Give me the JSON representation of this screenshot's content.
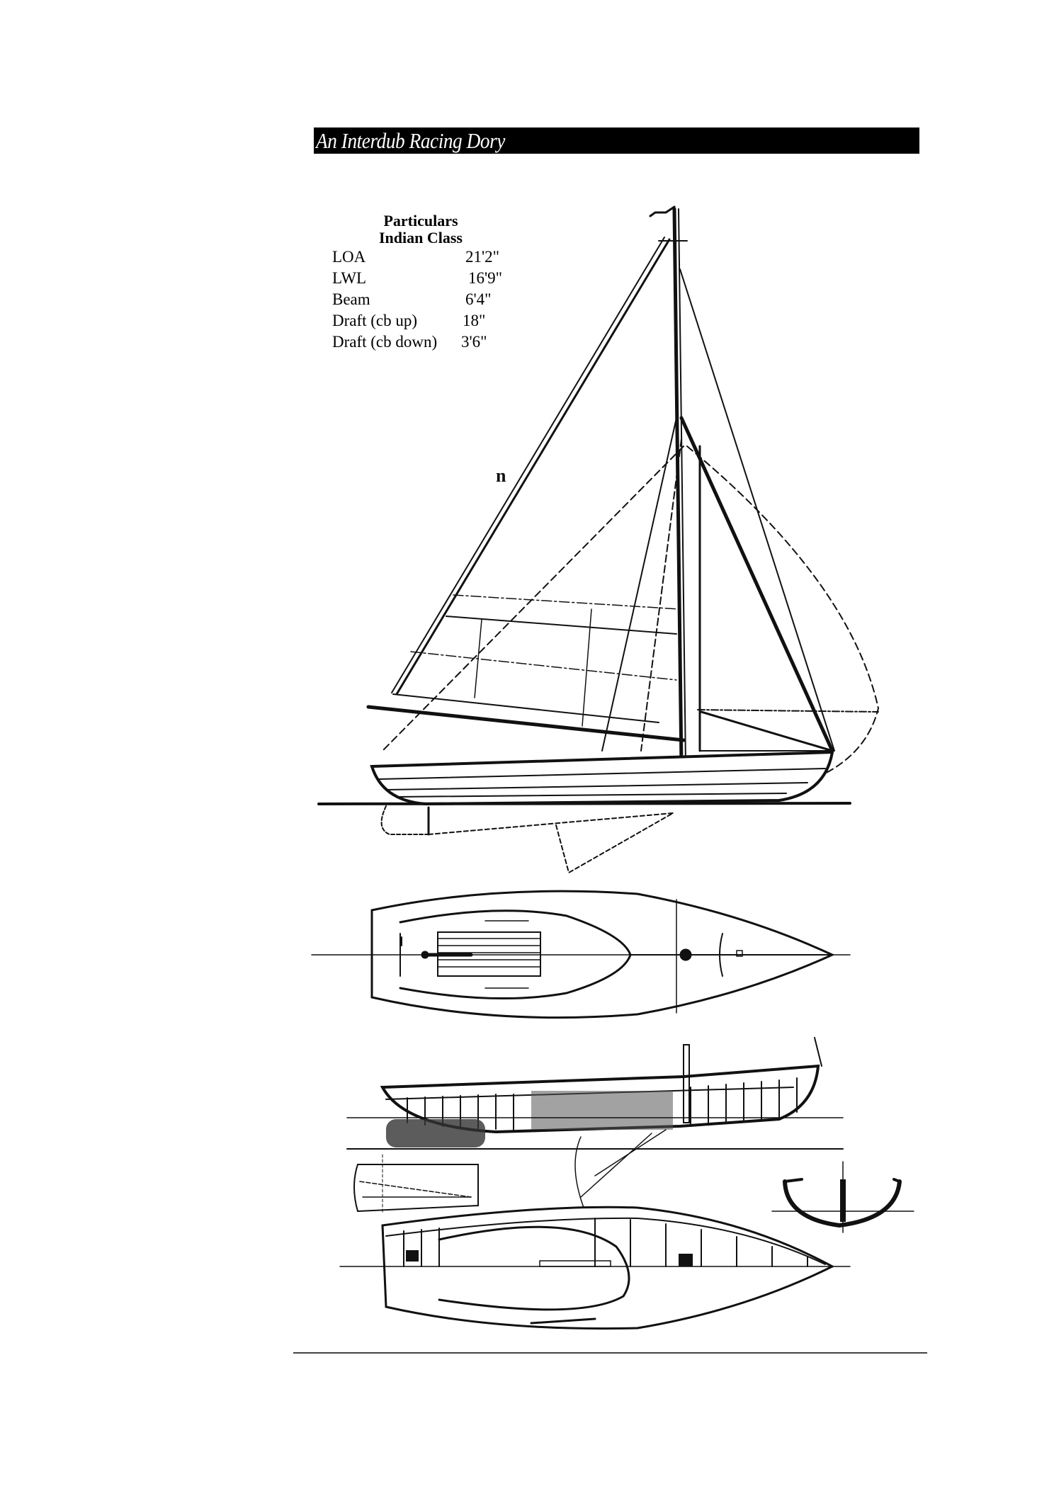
{
  "header": {
    "title": "An Interdub Racing Dory",
    "banner_color": "#000000",
    "title_color": "#ffffff"
  },
  "particulars": {
    "heading": "Particulars",
    "subheading": "Indian Class",
    "rows": [
      {
        "label": "LOA",
        "value": "21'2\""
      },
      {
        "label": "LWL",
        "value": "16'9\""
      },
      {
        "label": "Beam",
        "value": "6'4\""
      },
      {
        "label": "Draft (cb up)",
        "value": "18\""
      },
      {
        "label": "Draft (cb down)",
        "value": "3'6\""
      }
    ]
  },
  "drawings": {
    "sail_plan": "sail-plan-profile",
    "deck_plan": "deck-plan",
    "construction_profile": "construction-profile",
    "centerboard_detail": "centerboard-inset",
    "midship_section": "midship-section",
    "construction_plan": "construction-plan"
  }
}
